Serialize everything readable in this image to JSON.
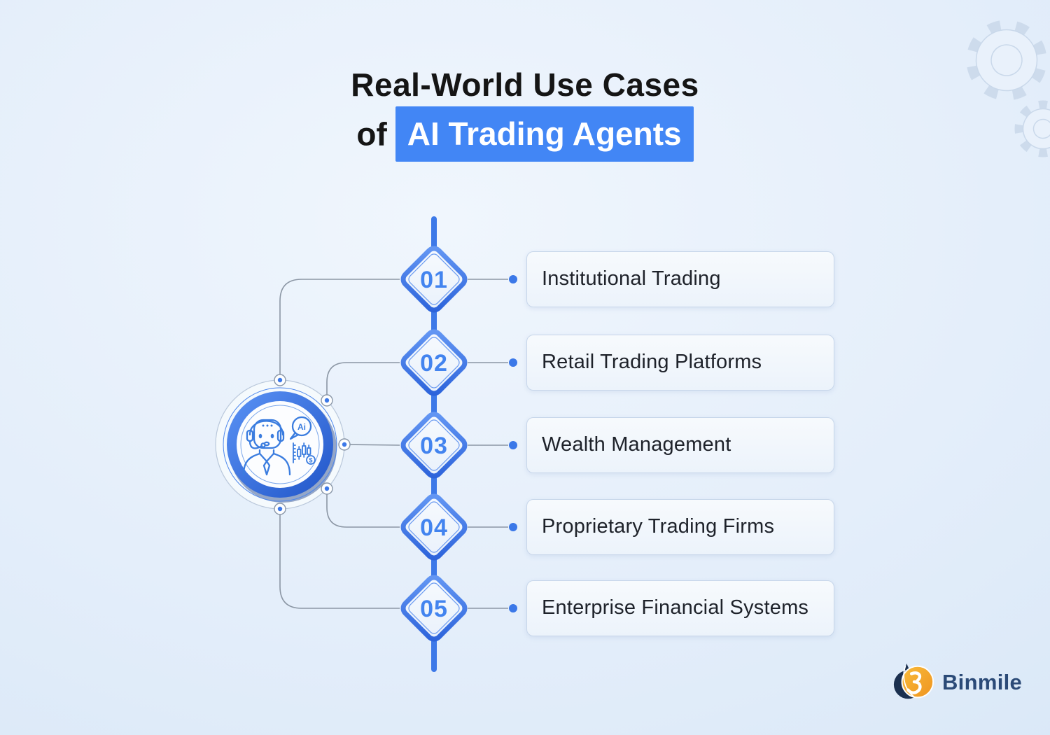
{
  "title": {
    "line1": "Real-World Use Cases",
    "line2_prefix": "of",
    "line2_highlight": "AI Trading Agents"
  },
  "steps": [
    {
      "number": "01",
      "label": "Institutional Trading"
    },
    {
      "number": "02",
      "label": "Retail Trading Platforms"
    },
    {
      "number": "03",
      "label": "Wealth Management"
    },
    {
      "number": "04",
      "label": "Proprietary Trading Firms"
    },
    {
      "number": "05",
      "label": "Enterprise Financial Systems"
    }
  ],
  "center_icon": {
    "bubble_text": "Ai",
    "chart_dollar": "$"
  },
  "logo": {
    "brand": "Binmile"
  },
  "colors": {
    "highlight_bg": "#4286f5",
    "diamond_blue": "#3f78e6",
    "ring_blue": "#2f6ce2",
    "connector_gray": "#8b96a4",
    "timeline_blue": "#3d79e8",
    "logo_navy": "#1b3050",
    "logo_orange": "#f5a623",
    "logo_text": "#2b4a77"
  }
}
